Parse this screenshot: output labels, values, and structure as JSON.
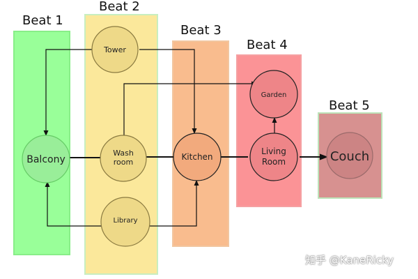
{
  "beats": [
    {
      "label": "Beat 1",
      "color": "#99ff99",
      "border": "#88ee88"
    },
    {
      "label": "Beat 2",
      "color": "#fbe89b",
      "border": "#c8eec0"
    },
    {
      "label": "Beat 3",
      "color": "#f9bc8e",
      "border": "#f2c6a0"
    },
    {
      "label": "Beat 4",
      "color": "#fb9396",
      "border": "#f5a0a2"
    },
    {
      "label": "Beat 5",
      "color": "#d79190",
      "border": "#bce2b8"
    }
  ],
  "nodes": {
    "balcony": {
      "label": "Balcony",
      "fill": "#99ee99",
      "stroke": "#66cc66",
      "text": "#0d5a0d"
    },
    "tower": {
      "label": "Tower",
      "fill": "#eed988",
      "stroke": "#8a7a40",
      "text": "#333"
    },
    "washroom": {
      "label_line1": "Wash",
      "label_line2": "room",
      "fill": "#eed988",
      "stroke": "#8a7a40",
      "text": "#333"
    },
    "library": {
      "label": "Library",
      "fill": "#eed988",
      "stroke": "#8a7a40",
      "text": "#333"
    },
    "kitchen": {
      "label": "Kitchen",
      "fill": "#f2aa7d",
      "stroke": "#222",
      "text": "#222"
    },
    "garden": {
      "label": "Garden",
      "fill": "#ee8588",
      "stroke": "#222",
      "text": "#222"
    },
    "living_room": {
      "label_line1": "Living",
      "label_line2": "Room",
      "fill": "#ee8588",
      "stroke": "#222",
      "text": "#222"
    },
    "couch": {
      "label": "Couch",
      "fill": "#cc8484",
      "stroke": "#9a6a6a",
      "text": "#3a0a0a"
    }
  },
  "watermark": "知乎 @KaneRicky"
}
